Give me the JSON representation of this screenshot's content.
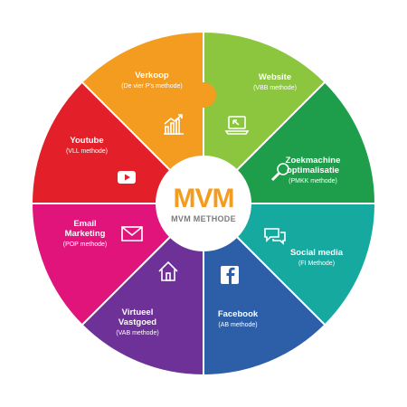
{
  "center": {
    "logo": "MVM",
    "subtitle": "MVM METHODE",
    "logo_color": "#f39c1f",
    "subtitle_color": "#7c7c7c"
  },
  "segments": [
    {
      "id": "website",
      "title": [
        "Website"
      ],
      "sub": "(VBB methode)",
      "color": "#8cc63f",
      "icon": "laptop-icon"
    },
    {
      "id": "zoekmachine",
      "title": [
        "Zoekmachine",
        "optimalisatie"
      ],
      "sub": "(PMKK methode)",
      "color": "#1e9e4a",
      "icon": "magnifier-icon"
    },
    {
      "id": "social",
      "title": [
        "Social media"
      ],
      "sub": "(FI Methode)",
      "color": "#16a9a0",
      "icon": "chat-bubbles-icon"
    },
    {
      "id": "facebook",
      "title": [
        "Facebook"
      ],
      "sub": "(AB methode)",
      "color": "#2d5ea8",
      "icon": "facebook-icon"
    },
    {
      "id": "vastgoed",
      "title": [
        "Virtueel",
        "Vastgoed"
      ],
      "sub": "(VAB methode)",
      "color": "#6d3197",
      "icon": "house-icon"
    },
    {
      "id": "email",
      "title": [
        "Email",
        "Marketing"
      ],
      "sub": "(POP methode)",
      "color": "#e0147a",
      "icon": "envelope-icon"
    },
    {
      "id": "youtube",
      "title": [
        "Youtube"
      ],
      "sub": "(VLL methode)",
      "color": "#e3202a",
      "icon": "youtube-icon"
    },
    {
      "id": "verkoop",
      "title": [
        "Verkoop"
      ],
      "sub": "(De vier P's methode)",
      "color": "#f39c1f",
      "icon": "growth-chart-icon"
    }
  ]
}
